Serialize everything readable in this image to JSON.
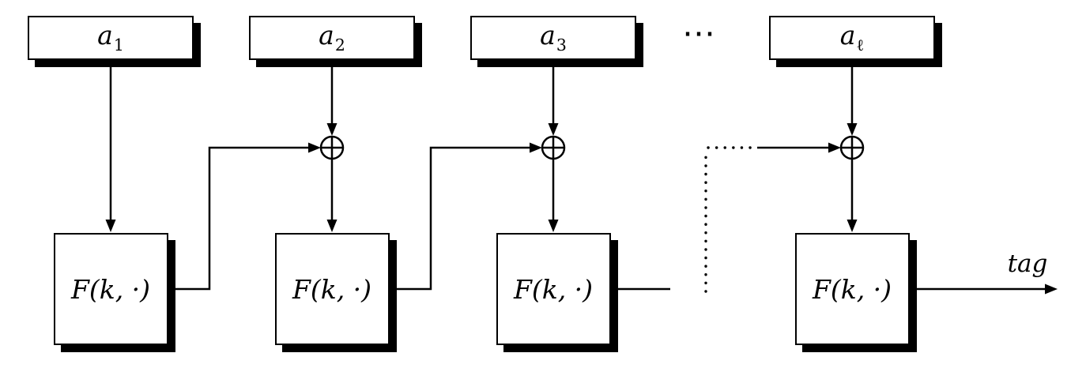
{
  "diagram_type": "block-diagram",
  "colors": {
    "line": "#000000",
    "node_fill": "#ffffff",
    "background": "#ffffff"
  },
  "message_blocks": [
    {
      "base": "a",
      "sub": "1"
    },
    {
      "base": "a",
      "sub": "2"
    },
    {
      "base": "a",
      "sub": "3"
    },
    {
      "base": "a",
      "sub": "ℓ"
    }
  ],
  "function_nodes": [
    {
      "label": "F(k, ·)"
    },
    {
      "label": "F(k, ·)"
    },
    {
      "label": "F(k, ·)"
    },
    {
      "label": "F(k, ·)"
    }
  ],
  "xor_symbol": "⊕",
  "ellipsis_top": "⋯",
  "output_label": "tag"
}
